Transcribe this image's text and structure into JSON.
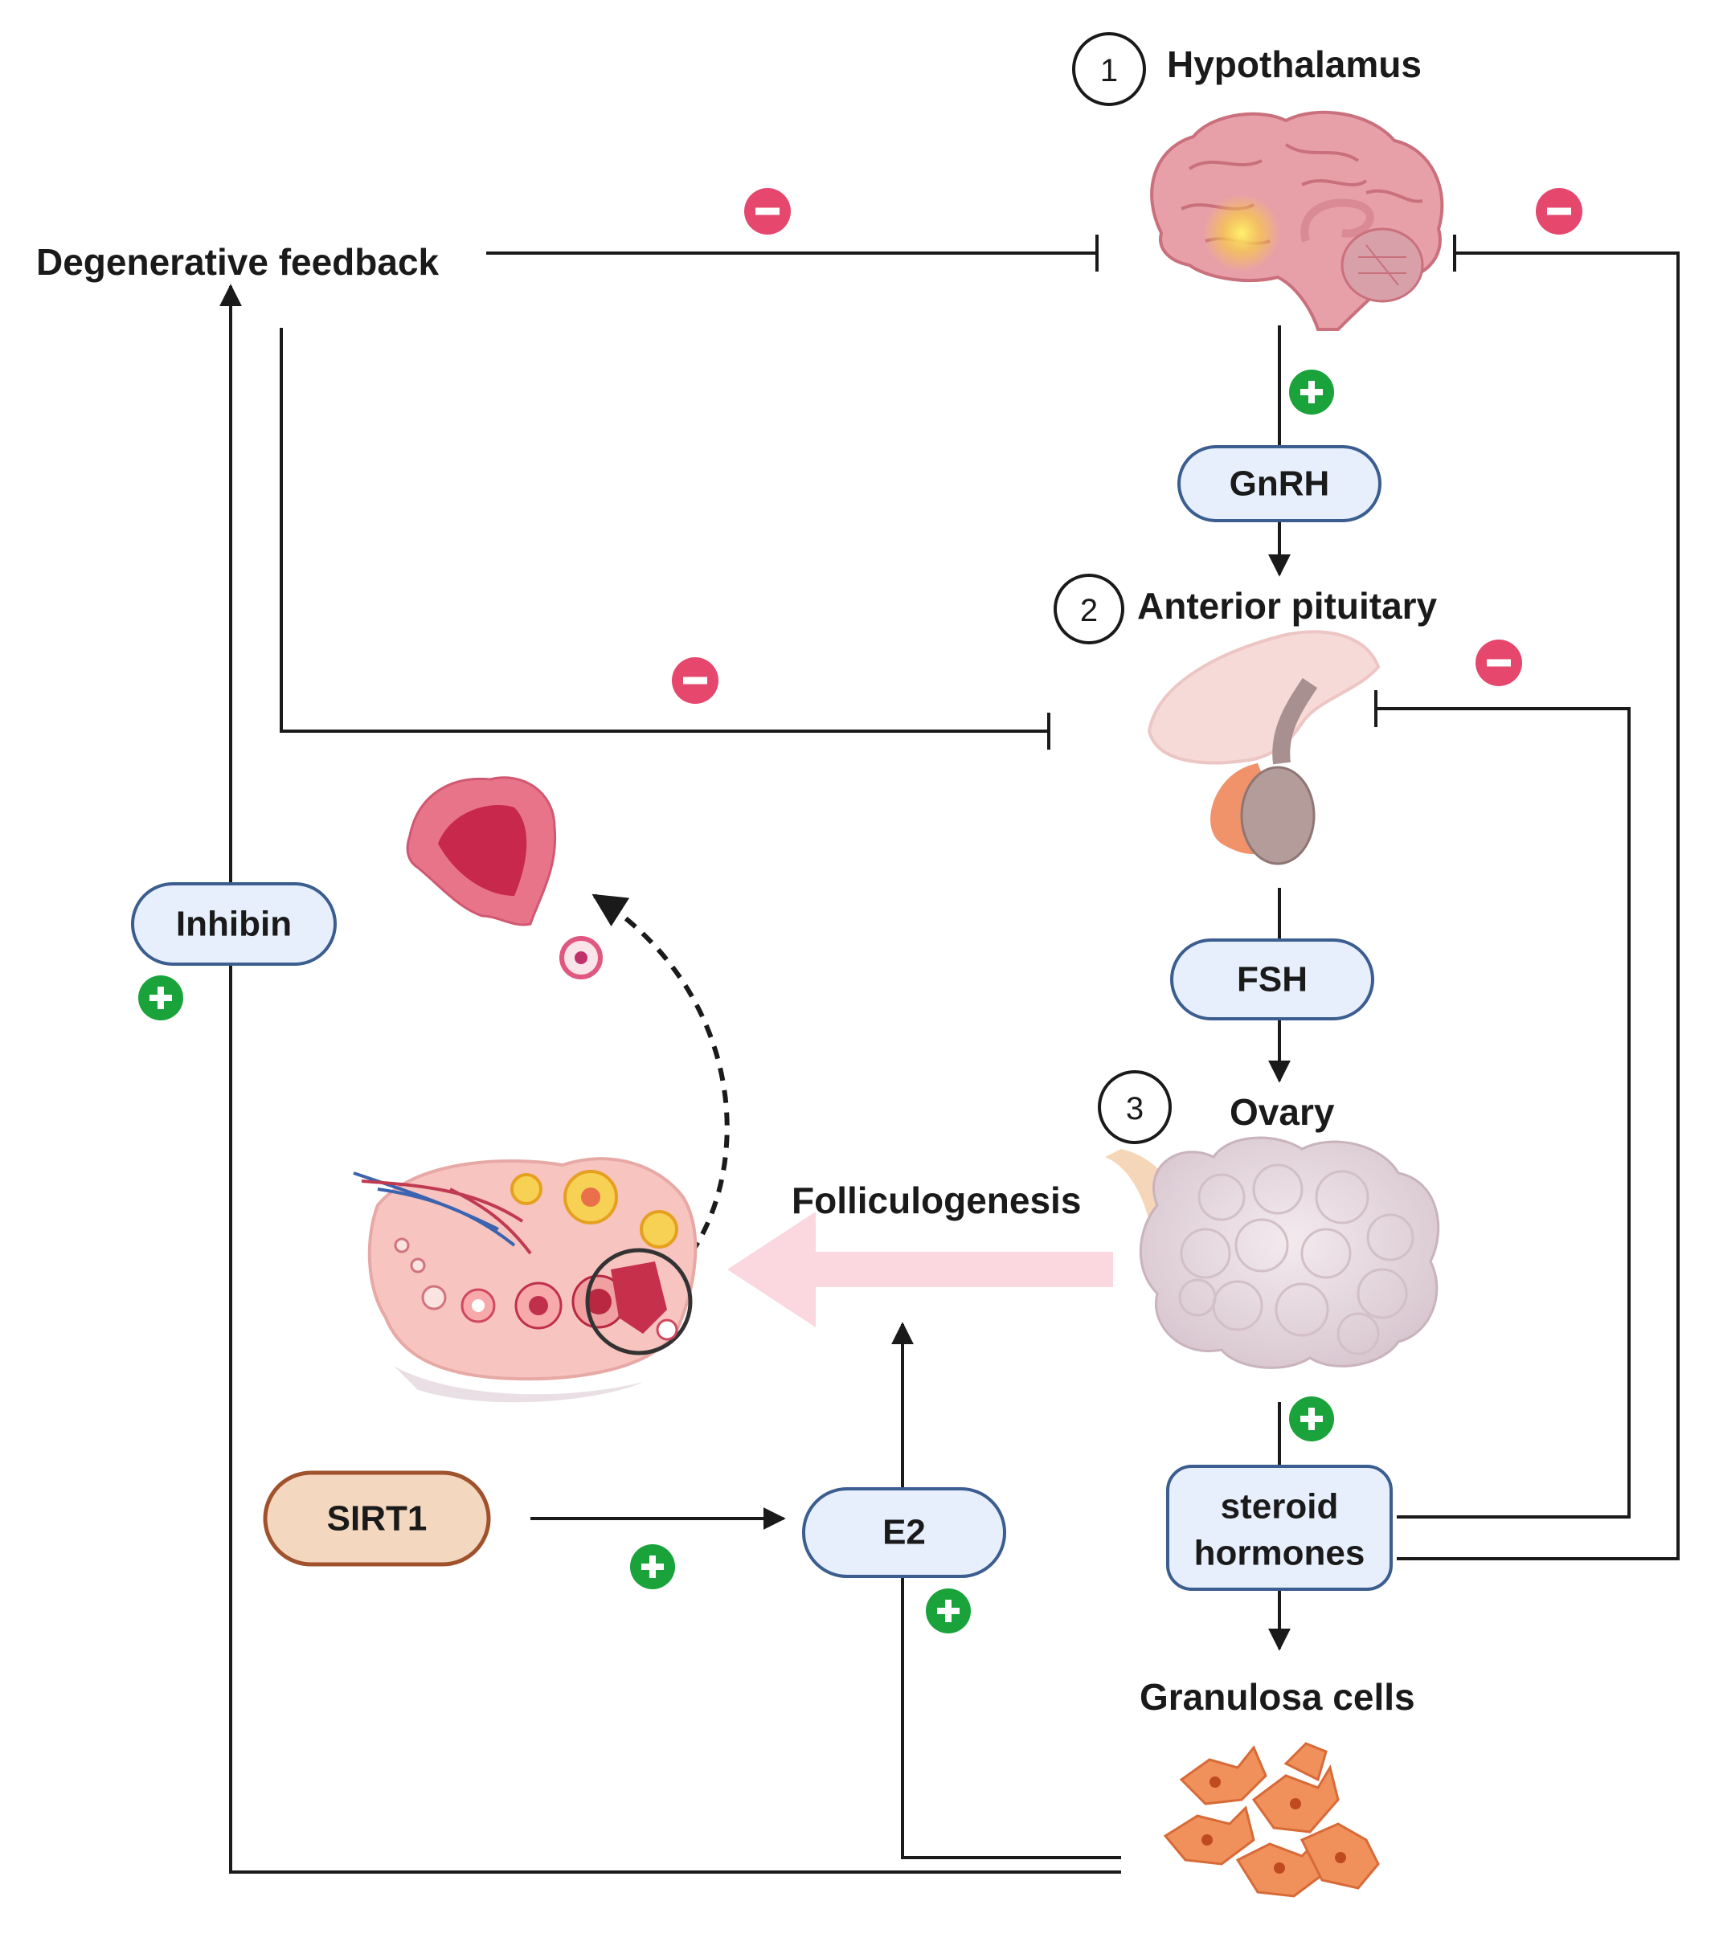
{
  "labels": {
    "hypothalamus": "Hypothalamus",
    "anterior_pituitary": "Anterior pituitary",
    "ovary": "Ovary",
    "granulosa_cells": "Granulosa cells",
    "degenerative_feedback": "Degenerative feedback",
    "folliculogenesis": "Folliculogenesis"
  },
  "steps": {
    "one": "1",
    "two": "2",
    "three": "3"
  },
  "pills": {
    "gnrh": "GnRH",
    "fsh": "FSH",
    "inhibin": "Inhibin",
    "sirt1": "SIRT1",
    "e2": "E2",
    "steroid_line1": "steroid",
    "steroid_line2": "hormones"
  },
  "colors": {
    "pill_fill": "#e6effb",
    "pill_stroke": "#3b5d8f",
    "sirt1_fill": "#f4d7bf",
    "sirt1_stroke": "#a0522d",
    "plus": "#1aa33b",
    "minus": "#e5476d",
    "folliculogenesis_arrow": "#fbd7e0"
  },
  "icons": [
    "brain-icon",
    "pituitary-icon",
    "ovary-icon",
    "ovary-section-icon",
    "fallopian-tube-icon",
    "oocyte-icon",
    "granulosa-cells-icon"
  ]
}
